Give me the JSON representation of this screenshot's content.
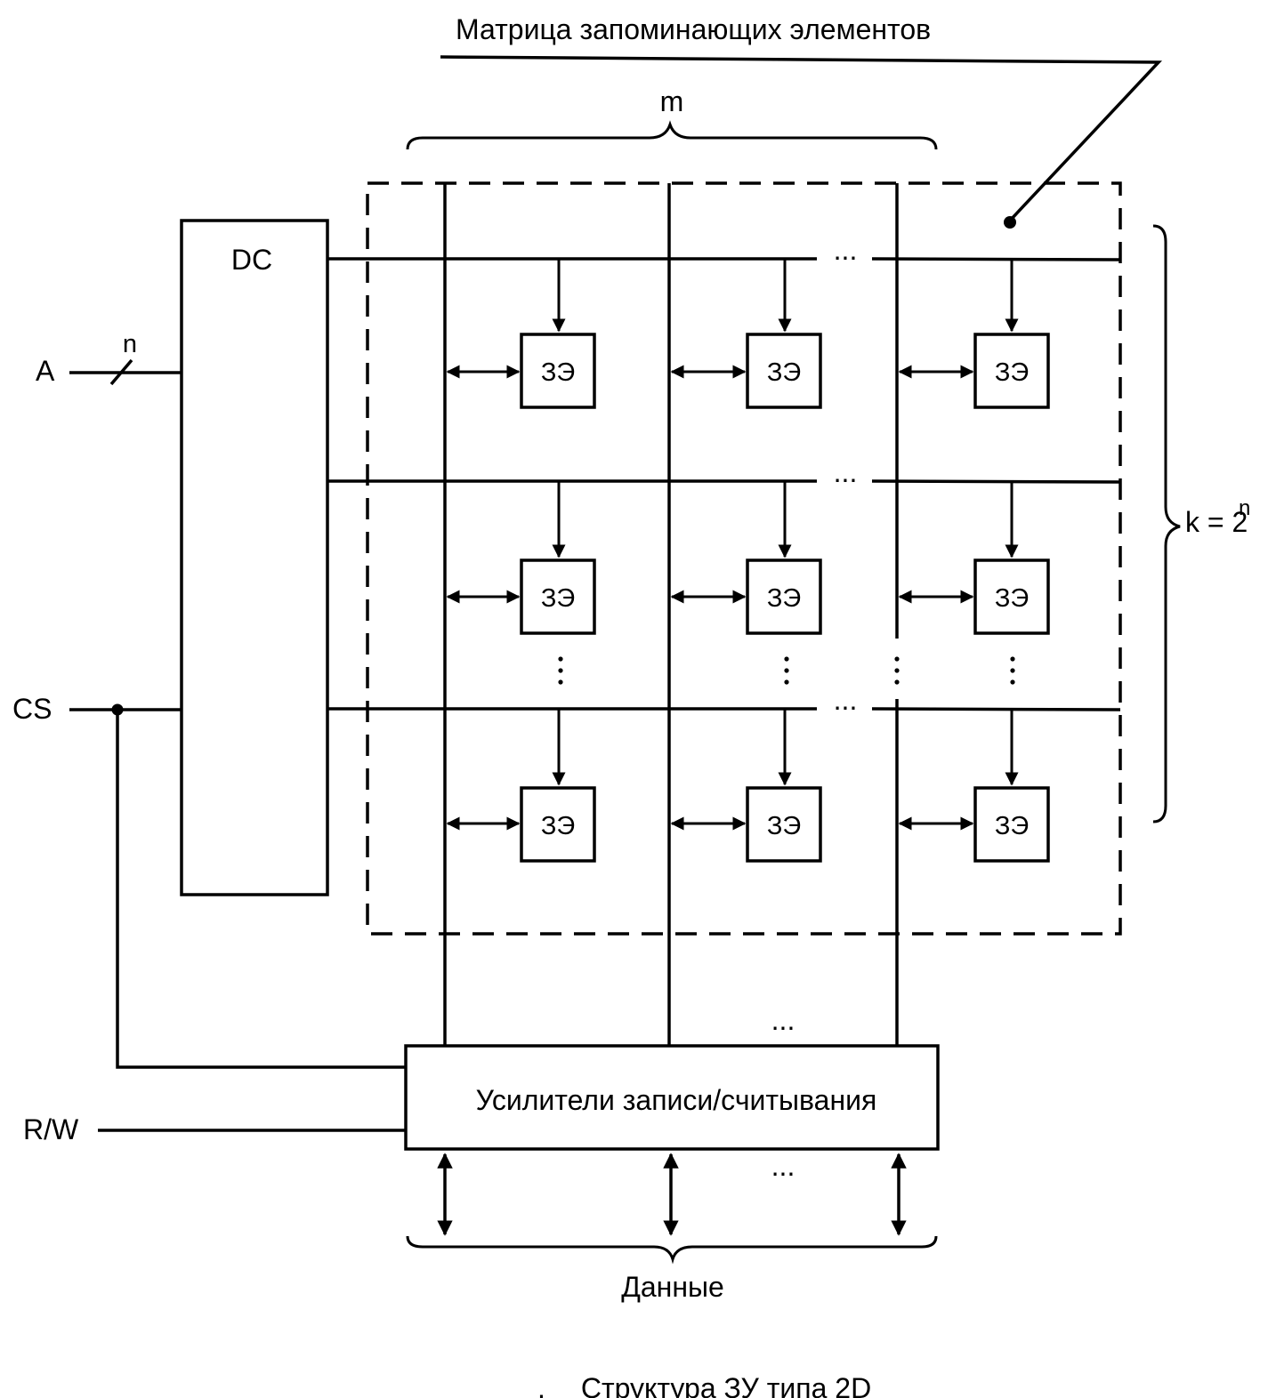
{
  "matrix_label": "Матрица запоминающих элементов",
  "columns_label": "m",
  "decoder_label": "DC",
  "rows_label": "k = 2",
  "rows_label_exp": "n",
  "bus_width_label": "n",
  "inputs": {
    "address": "A",
    "chip_select": "CS",
    "read_write": "R/W"
  },
  "cell_label": "ЗЭ",
  "amplifiers_label": "Усилители записи/считывания",
  "data_label": "Данные",
  "ellipsis": "...",
  "caption_dot": ".",
  "caption": "Структура ЗУ типа 2D"
}
